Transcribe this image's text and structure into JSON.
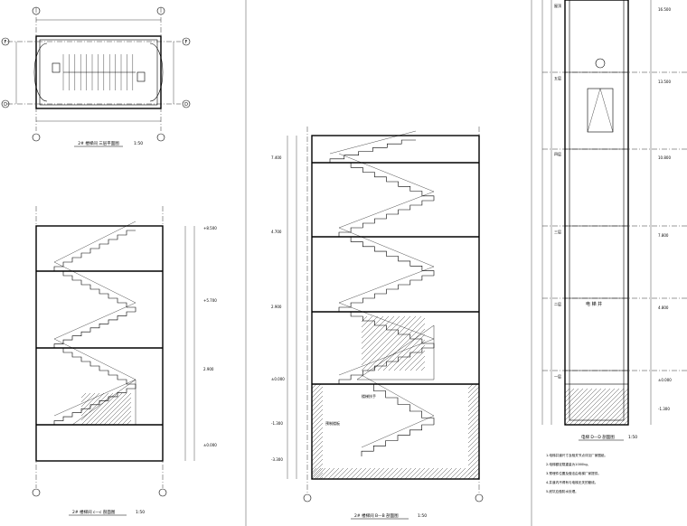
{
  "drawing": {
    "plan": {
      "title": "2# 楼梯间 三层平面图",
      "scale": "1:50",
      "axis_letters": [
        "F",
        "D"
      ]
    },
    "section_cc": {
      "title": "2# 楼梯间 c—c 剖面图",
      "scale": "1:50",
      "levels": [
        "+8.500",
        "+5.700",
        "2.900",
        "±0.000"
      ]
    },
    "section_bb": {
      "title": "2# 楼梯间 B—B 剖面图",
      "scale": "1:50",
      "levels": [
        "7.400",
        "4.700",
        "2.900",
        "±0.000",
        "-1.300",
        "-3.300"
      ],
      "notes": [
        "预制楼板",
        "楼梯扶手"
      ]
    },
    "elevator": {
      "title": "电梯 D—D 剖面图",
      "scale": "1:50",
      "label": "电 梯 井",
      "floor_labels": [
        "屋顶",
        "五层",
        "四层",
        "三层",
        "二层",
        "一层"
      ],
      "levels": [
        "16.500",
        "13.500",
        "10.800",
        "7.800",
        "4.800",
        "±0.000",
        "-1.300"
      ],
      "notes": [
        "1.电梯井道尺寸及相关节点详见厂家图纸。",
        "2.电梯额定载重量为1000kg。",
        "3.预埋件位置及做法由电梯厂家提供。",
        "4.井道内不得有与电梯无关的管线。",
        "5.底坑应做防水处理。"
      ]
    }
  }
}
